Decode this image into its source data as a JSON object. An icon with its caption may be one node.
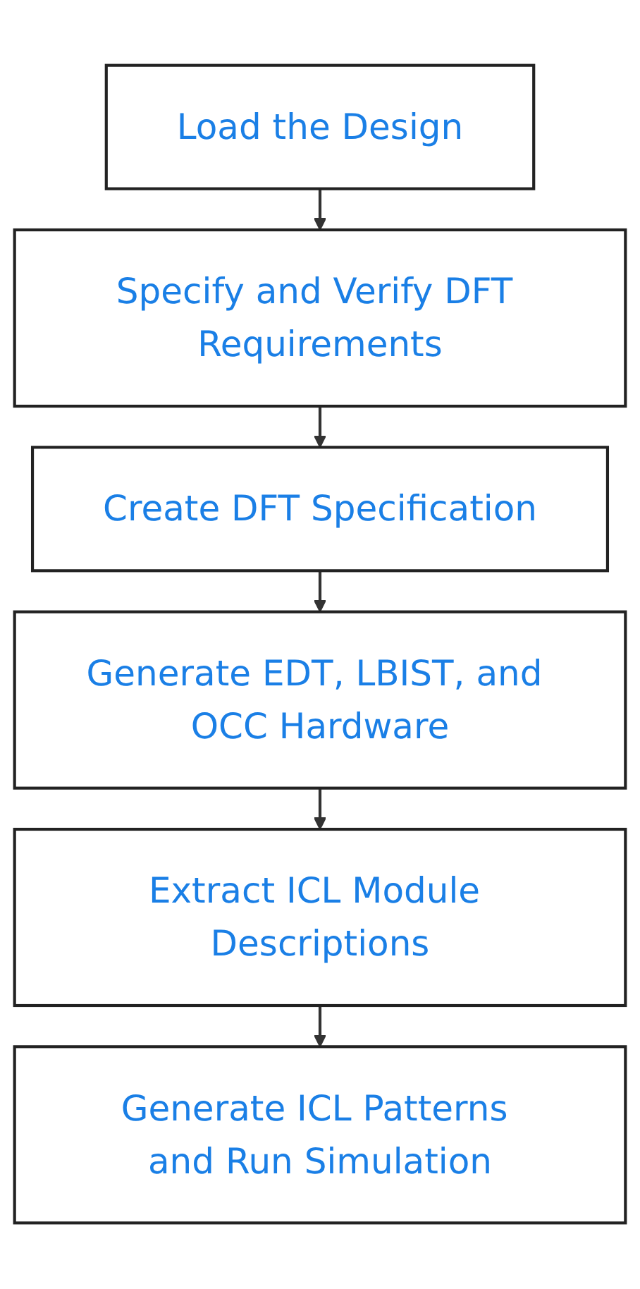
{
  "diagram": {
    "nodes": [
      {
        "text": [
          "Load the Design"
        ]
      },
      {
        "text": [
          "Specify and Verify DFT Requirements"
        ]
      },
      {
        "text": [
          "Create DFT Specification"
        ]
      },
      {
        "text": [
          "Generate EDT, LBIST, and OCC Hardware"
        ]
      },
      {
        "text": [
          "Extract ICL Module Descriptions"
        ]
      },
      {
        "text": [
          "Generate ICL Patterns and Run Simulation"
        ]
      }
    ],
    "edges": [
      {
        "from": 0,
        "to": 1,
        "arrow": "to"
      },
      {
        "from": 1,
        "to": 2,
        "arrow": "to"
      },
      {
        "from": 2,
        "to": 3,
        "arrow": "to"
      },
      {
        "from": 3,
        "to": 4,
        "arrow": "to"
      },
      {
        "from": 4,
        "to": 5,
        "arrow": "to"
      }
    ]
  }
}
